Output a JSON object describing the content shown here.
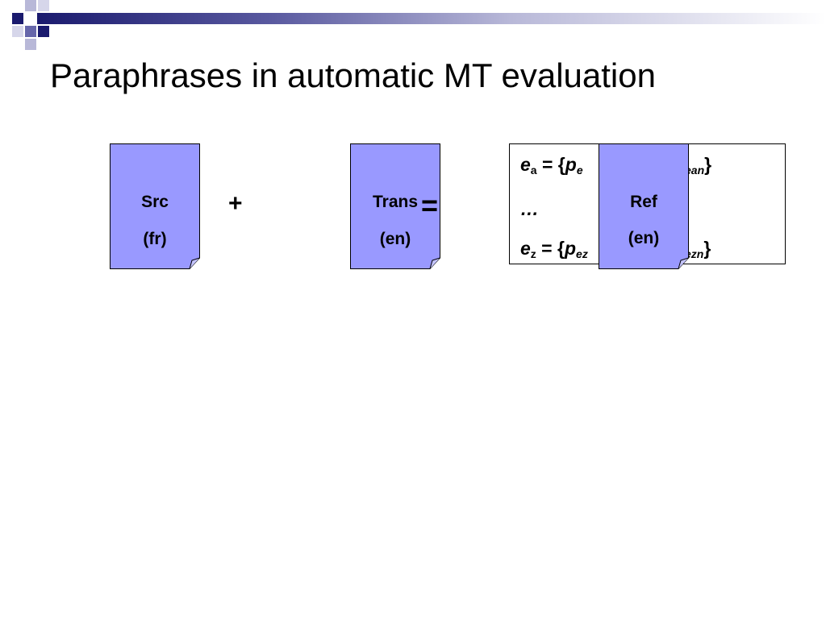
{
  "slide": {
    "title": "Paraphrases in automatic MT evaluation"
  },
  "documents": {
    "src": {
      "line1": "Src",
      "line2": "(fr)"
    },
    "trans": {
      "line1": "Trans",
      "line2": "(en)"
    },
    "ref": {
      "line1": "Ref",
      "line2": "(en)"
    }
  },
  "operators": {
    "plus": "+",
    "equals": "="
  },
  "paraphrase_box": {
    "row1": {
      "var": "e",
      "var_sub": "a",
      "mid": " = {",
      "p": "p",
      "p_sub": "e",
      "right_sub": "ean",
      "close": "}"
    },
    "ellipsis": "…",
    "row2": {
      "var": "e",
      "var_sub": "z",
      "mid": " = {",
      "p": "p",
      "p_sub": "ez",
      "right_sub": "ezn",
      "close": "}"
    }
  },
  "colors": {
    "doc_fill": "#9999ff",
    "header_dark": "#1a1a6e",
    "header_mid": "#6666aa",
    "header_light": "#b8b8d8"
  }
}
